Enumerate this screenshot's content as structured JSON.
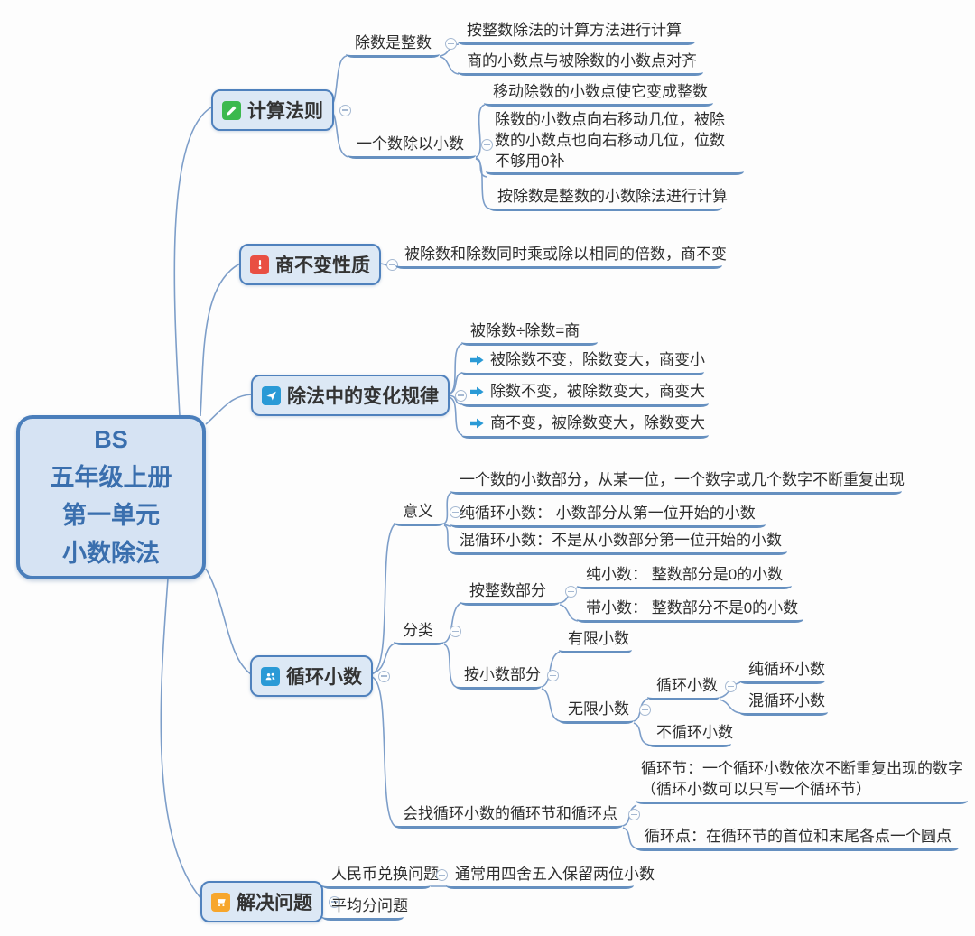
{
  "mindmap": {
    "root": {
      "title_lines": [
        "BS",
        "五年级上册",
        "第一单元",
        "小数除法"
      ]
    },
    "branches": [
      {
        "label": "计算法则",
        "icon": "pencil-icon",
        "children": [
          {
            "label": "除数是整数",
            "children": [
              {
                "label": "按整数除法的计算方法进行计算"
              },
              {
                "label": "商的小数点与被除数的小数点对齐"
              }
            ]
          },
          {
            "label": "一个数除以小数",
            "children": [
              {
                "label": "移动除数的小数点使它变成整数"
              },
              {
                "label": "除数的小数点向右移动几位，被除数的小数点也向右移动几位，位数不够用0补"
              },
              {
                "label": "按除数是整数的小数除法进行计算"
              }
            ]
          }
        ]
      },
      {
        "label": "商不变性质",
        "icon": "exclamation-icon",
        "children": [
          {
            "label": "被除数和除数同时乘或除以相同的倍数，商不变"
          }
        ]
      },
      {
        "label": "除法中的变化规律",
        "icon": "plane-icon",
        "children": [
          {
            "label": "被除数÷除数=商"
          },
          {
            "label": "被除数不变，除数变大，商变小",
            "icon": "right-arrow-icon"
          },
          {
            "label": "除数不变，被除数变大，商变大",
            "icon": "right-arrow-icon"
          },
          {
            "label": "商不变，被除数变大，除数变大",
            "icon": "right-arrow-icon"
          }
        ]
      },
      {
        "label": "循环小数",
        "icon": "users-icon",
        "children": [
          {
            "label": "意义",
            "children": [
              {
                "label": "一个数的小数部分，从某一位，一个数字或几个数字不断重复出现"
              },
              {
                "label": "纯循环小数： 小数部分从第一位开始的小数"
              },
              {
                "label": "混循环小数：不是从小数部分第一位开始的小数"
              }
            ]
          },
          {
            "label": "分类",
            "children": [
              {
                "label": "按整数部分",
                "children": [
                  {
                    "label": "纯小数： 整数部分是0的小数"
                  },
                  {
                    "label": "带小数： 整数部分不是0的小数"
                  }
                ]
              },
              {
                "label": "按小数部分",
                "children": [
                  {
                    "label": "有限小数"
                  },
                  {
                    "label": "无限小数",
                    "children": [
                      {
                        "label": "循环小数",
                        "children": [
                          {
                            "label": "纯循环小数"
                          },
                          {
                            "label": "混循环小数"
                          }
                        ]
                      },
                      {
                        "label": "不循环小数"
                      }
                    ]
                  }
                ]
              }
            ]
          },
          {
            "label": "会找循环小数的循环节和循环点",
            "children": [
              {
                "label": "循环节：一个循环小数依次不断重复出现的数字",
                "label2": "（循环小数可以只写一个循环节）"
              },
              {
                "label": "循环点：在循环节的首位和末尾各点一个圆点"
              }
            ]
          }
        ]
      },
      {
        "label": "解决问题",
        "icon": "cart-icon",
        "children": [
          {
            "label": "人民币兑换问题",
            "children": [
              {
                "label": "通常用四舍五入保留两位小数"
              }
            ]
          },
          {
            "label": "平均分问题"
          }
        ]
      }
    ],
    "icons": {
      "pencil-icon": "✎",
      "exclamation-icon": "!",
      "plane-icon": "✈",
      "users-icon": "👥",
      "cart-icon": "🛒",
      "right-arrow-icon": "➡",
      "collapse-icon": "⊖"
    },
    "colors": {
      "connector_line": "#7d9ec9",
      "topic_underline": "#6690c0",
      "box_border": "#4f81bd",
      "box_fill": "#dce8f5",
      "root_border": "#4a7ebb",
      "root_fill": "#d6e3f3",
      "root_text": "#3a6fae",
      "icon_green": "#3cb94e",
      "icon_red": "#e94f43",
      "icon_blue": "#2a9ad6",
      "icon_orange": "#f7a62c",
      "arrow_blue": "#2a9ad6"
    }
  }
}
